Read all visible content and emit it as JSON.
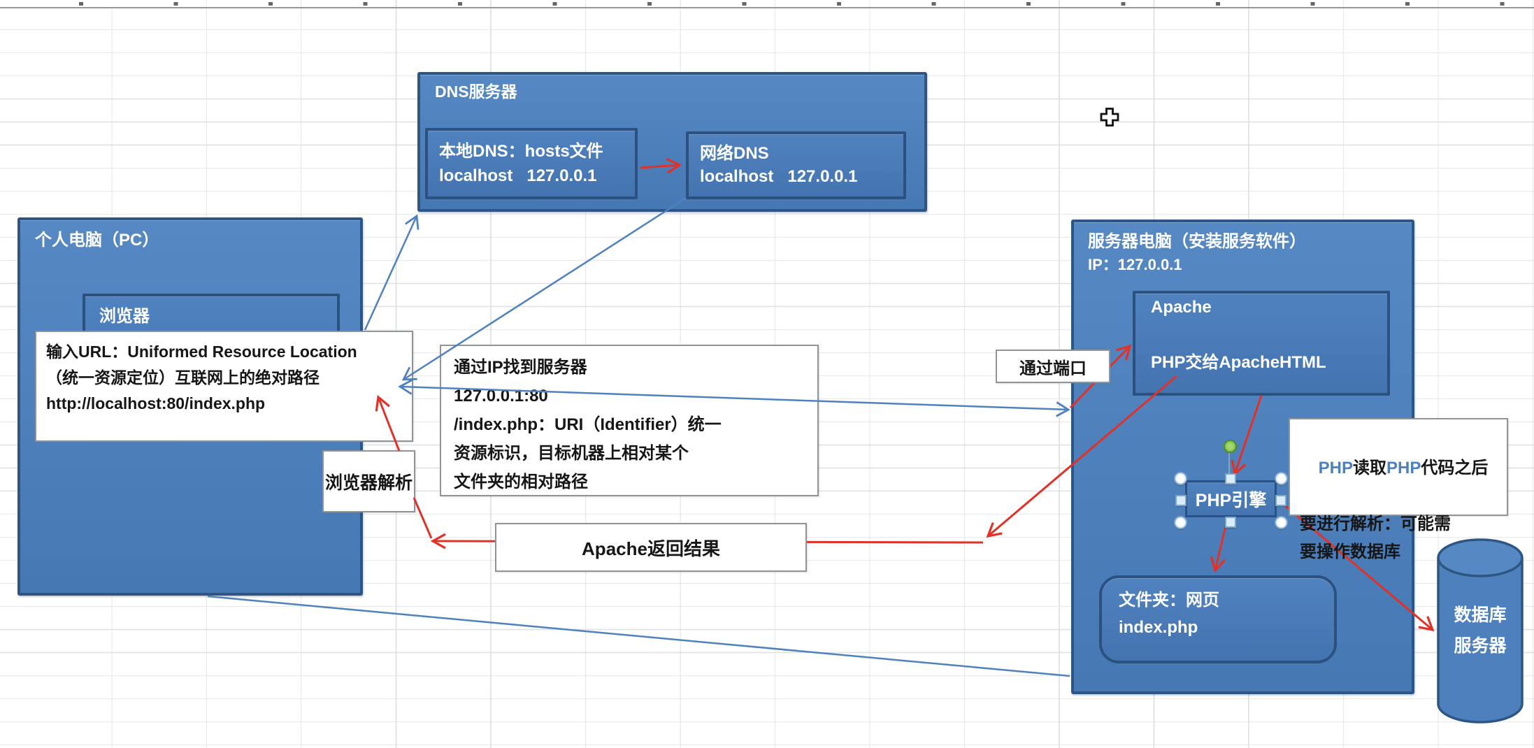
{
  "app": {
    "surface": "spreadsheet-drawing-canvas",
    "cursor": "excel-cell-plus-cursor"
  },
  "colors": {
    "shape_fill": "#4d80bc",
    "shape_border": "#2e5684",
    "red_arrow": "#e03229",
    "blue_arrow": "#4f81bd",
    "grid_line": "#d9dcdf",
    "note_border": "#8f9499",
    "selection_green": "#6fb43a"
  },
  "dns": {
    "title": "DNS服务器",
    "local": {
      "line1": "本地DNS：hosts文件",
      "line2": "localhost   127.0.0.1"
    },
    "network": {
      "line1": "网络DNS",
      "line2": "localhost   127.0.0.1"
    }
  },
  "pc": {
    "title": "个人电脑（PC）",
    "browser_label": "浏览器"
  },
  "notes": {
    "url": {
      "line1": "输入URL：Uniformed Resource Location",
      "line2": "（统一资源定位）互联网上的绝对路径",
      "line3": "http://localhost:80/index.php"
    },
    "browser_parse": "浏览器解析",
    "ip": {
      "line1": "通过IP找到服务器",
      "line2": "127.0.0.1:80",
      "line3": "/index.php：URI（Identifier）统一",
      "line4": "资源标识，目标机器上相对某个",
      "line5": "文件夹的相对路径"
    },
    "apache_return": "Apache返回结果",
    "port": "通过端口",
    "php_read": {
      "p1": "PHP",
      "t1": "读取",
      "p2": "PHP",
      "t2": "代码之后",
      "line2": "要进行解析：可能需",
      "line3": "要操作数据库"
    }
  },
  "server": {
    "title": "服务器电脑（安装服务软件）",
    "ip": "IP：127.0.0.1",
    "apache": {
      "line1": "Apache",
      "line2": "PHP交给ApacheHTML"
    },
    "php_engine": "PHP引擎",
    "folder": {
      "line1": "文件夹：网页",
      "line2": "index.php"
    }
  },
  "database": {
    "line1": "数据库",
    "line2": "服务器"
  }
}
